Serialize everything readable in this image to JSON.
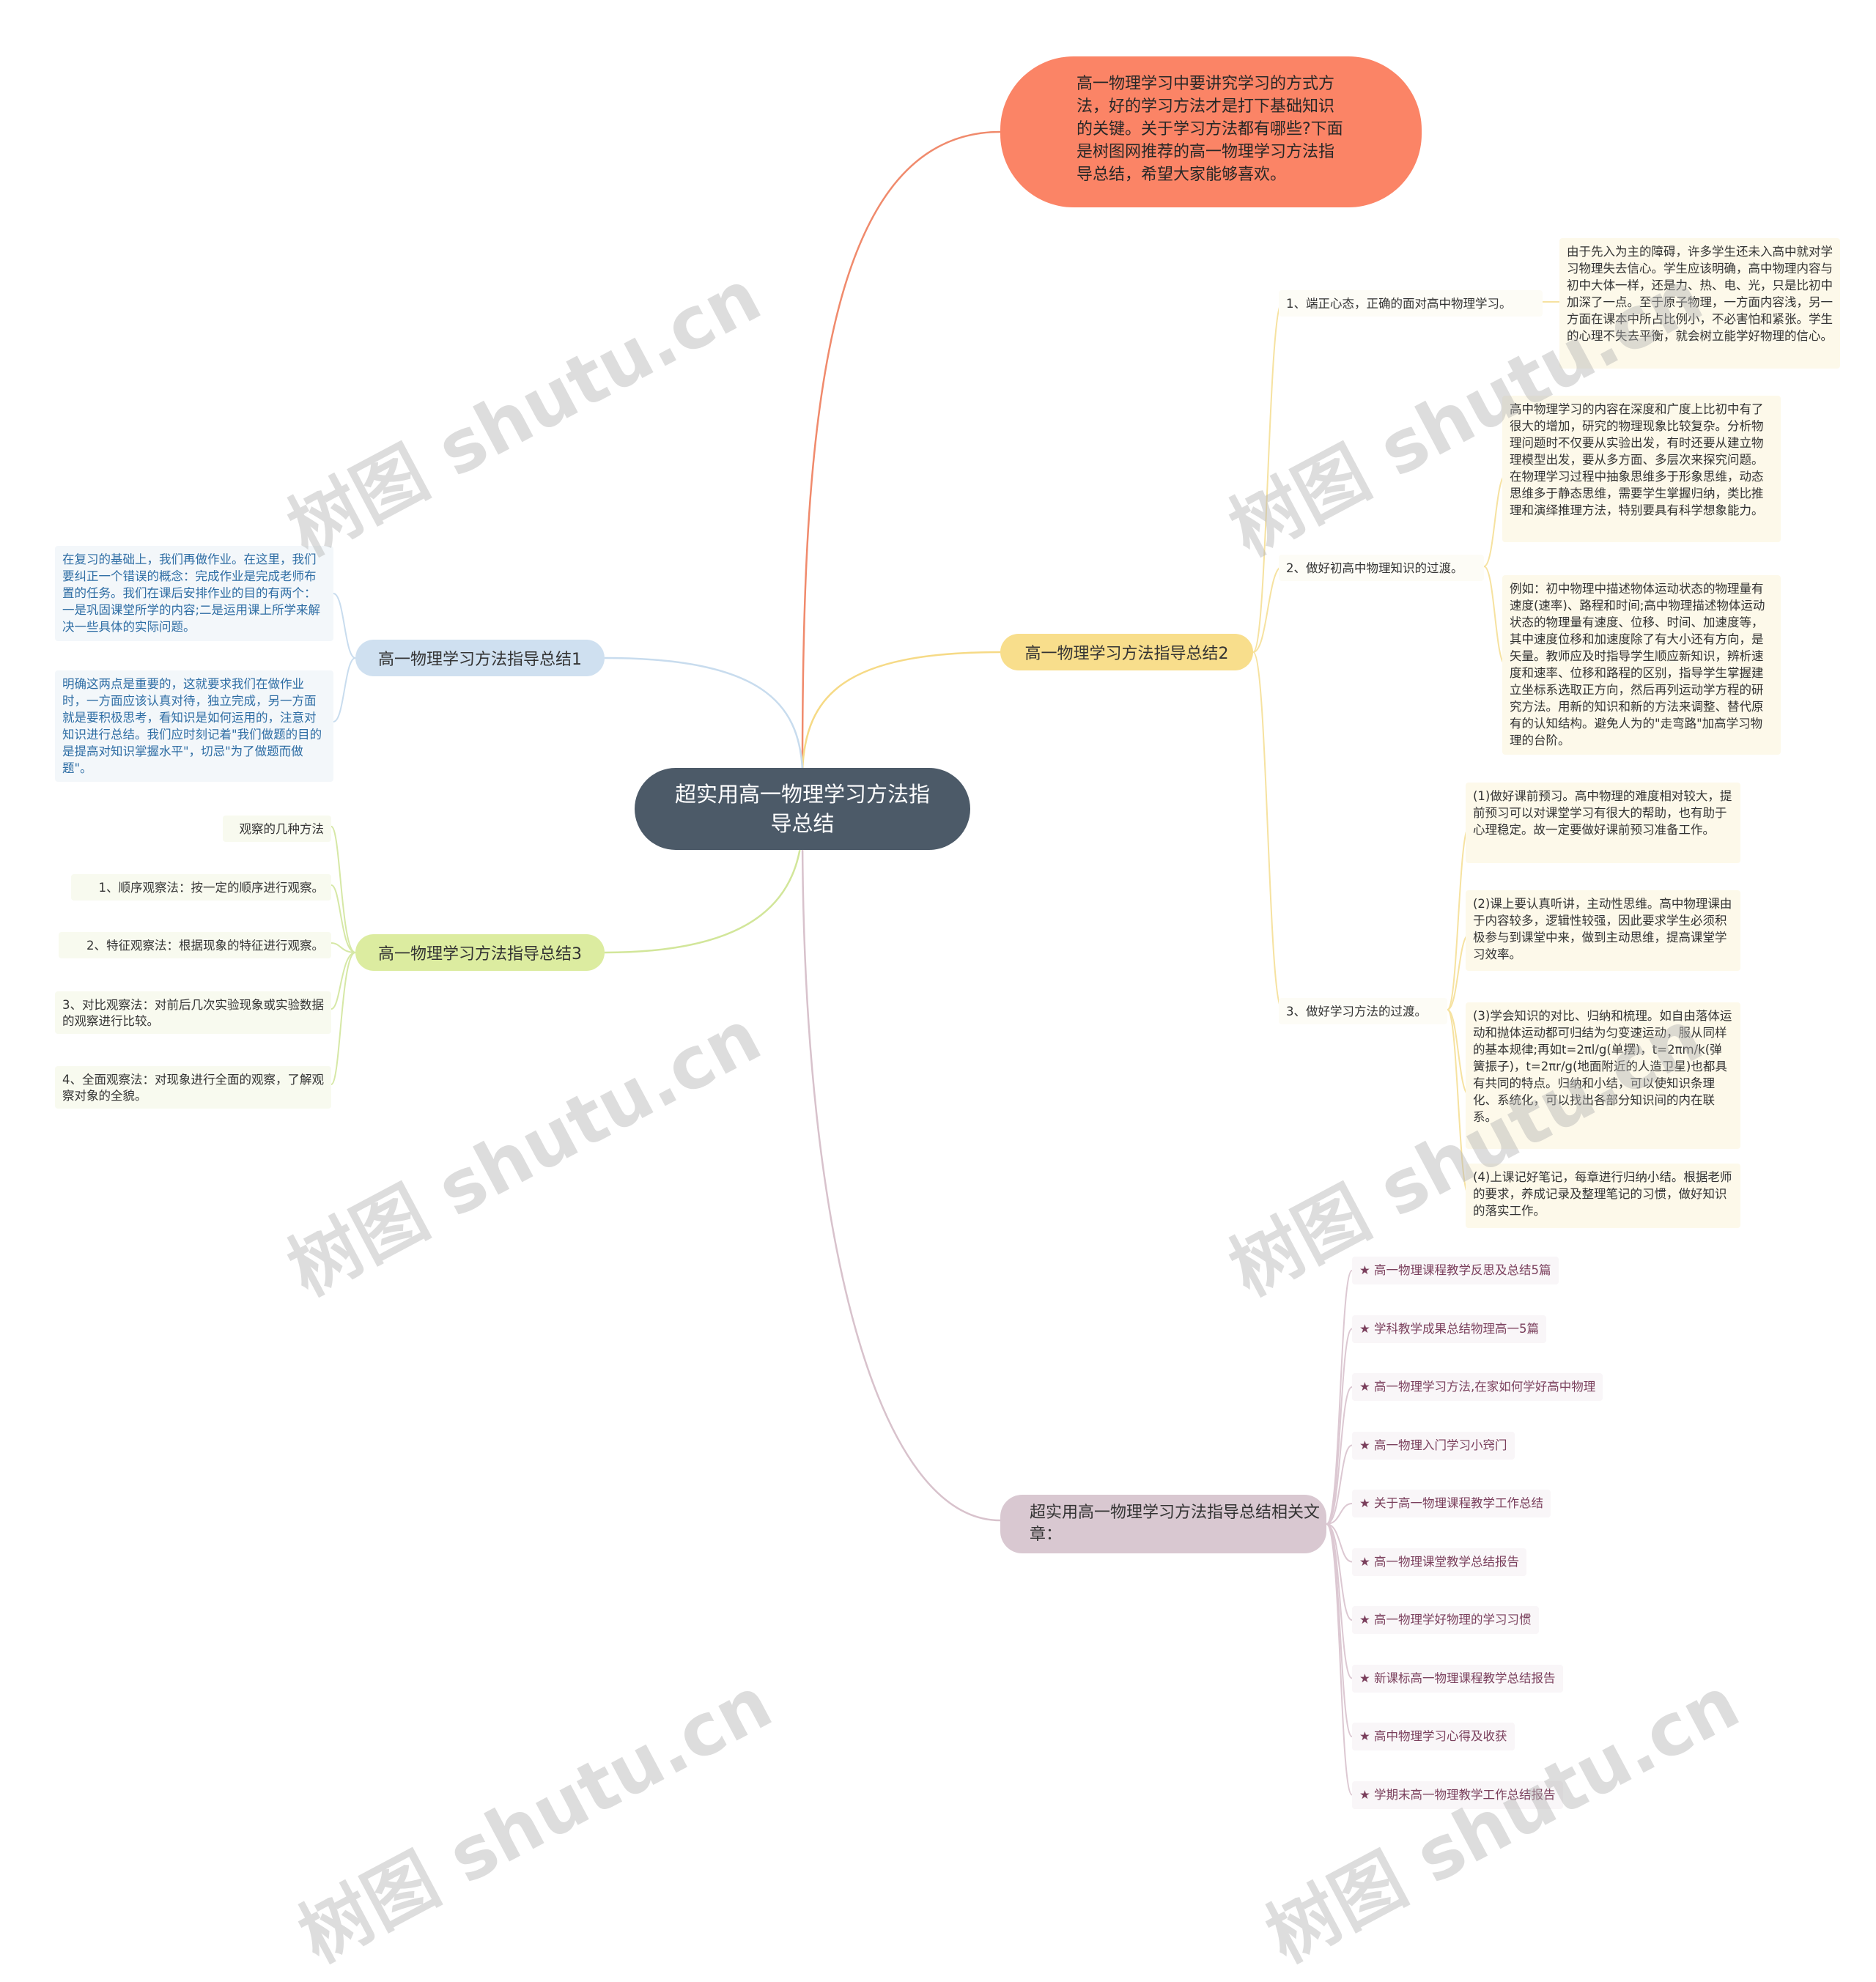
{
  "center": "超实用高一物理学习方法指导总结",
  "intro": "高一物理学习中要讲究学习的方式方法，好的学习方法才是打下基础知识的关键。关于学习方法都有哪些?下面是树图网推荐的高一物理学习方法指导总结，希望大家能够喜欢。",
  "branch1": {
    "label": "高一物理学习方法指导总结1",
    "leaves": [
      "在复习的基础上，我们再做作业。在这里，我们要纠正一个错误的概念：完成作业是完成老师布置的任务。我们在课后安排作业的目的有两个：一是巩固课堂所学的内容;二是运用课上所学来解决一些具体的实际问题。",
      "明确这两点是重要的，这就要求我们在做作业时，一方面应该认真对待，独立完成，另一方面就是要积极思考，看知识是如何运用的，注意对知识进行总结。我们应时刻记着\"我们做题的目的是提高对知识掌握水平\"，切忌\"为了做题而做题\"。"
    ]
  },
  "branch2": {
    "label": "高一物理学习方法指导总结2",
    "sub1": {
      "label": "1、端正心态，正确的面对高中物理学习。",
      "leaf": "由于先入为主的障碍，许多学生还未入高中就对学习物理失去信心。学生应该明确，高中物理内容与初中大体一样，还是力、热、电、光，只是比初中加深了一点。至于原子物理，一方面内容浅，另一方面在课本中所占比例小，不必害怕和紧张。学生的心理不失去平衡，就会树立能学好物理的信心。"
    },
    "sub2": {
      "label": "2、做好初高中物理知识的过渡。",
      "leaves": [
        "高中物理学习的内容在深度和广度上比初中有了很大的增加，研究的物理现象比较复杂。分析物理问题时不仅要从实验出发，有时还要从建立物理模型出发，要从多方面、多层次来探究问题。在物理学习过程中抽象思维多于形象思维，动态思维多于静态思维，需要学生掌握归纳，类比推理和演绎推理方法，特别要具有科学想象能力。",
        "例如：初中物理中描述物体运动状态的物理量有速度(速率)、路程和时间;高中物理描述物体运动状态的物理量有速度、位移、时间、加速度等，其中速度位移和加速度除了有大小还有方向，是矢量。教师应及时指导学生顺应新知识，辨析速度和速率、位移和路程的区别，指导学生掌握建立坐标系选取正方向，然后再列运动学方程的研究方法。用新的知识和新的方法来调整、替代原有的认知结构。避免人为的\"走弯路\"加高学习物理的台阶。"
      ]
    },
    "sub3": {
      "label": "3、做好学习方法的过渡。",
      "leaves": [
        "(1)做好课前预习。高中物理的难度相对较大，提前预习可以对课堂学习有很大的帮助，也有助于心理稳定。故一定要做好课前预习准备工作。",
        "(2)课上要认真听讲，主动性思维。高中物理课由于内容较多，逻辑性较强，因此要求学生必须积极参与到课堂中来，做到主动思维，提高课堂学习效率。",
        "(3)学会知识的对比、归纳和梳理。如自由落体运动和抛体运动都可归结为匀变速运动，服从同样的基本规律;再如t=2πl/g(单摆)，t=2πm/k(弹簧振子)，t=2πr/g(地面附近的人造卫星)也都具有共同的特点。归纳和小结，可以使知识条理化、系统化，可以找出各部分知识间的内在联系。",
        "(4)上课记好笔记，每章进行归纳小结。根据老师的要求，养成记录及整理笔记的习惯，做好知识的落实工作。"
      ]
    }
  },
  "branch3": {
    "label": "高一物理学习方法指导总结3",
    "leaves": [
      "观察的几种方法",
      "1、顺序观察法：按一定的顺序进行观察。",
      "2、特征观察法：根据现象的特征进行观察。",
      "3、对比观察法：对前后几次实验现象或实验数据的观察进行比较。",
      "4、全面观察法：对现象进行全面的观察，了解观察对象的全貌。"
    ]
  },
  "related": {
    "label": "超实用高一物理学习方法指导总结相关文章：",
    "items": [
      "★ 高一物理课程教学反思及总结5篇",
      "★ 学科教学成果总结物理高一5篇",
      "★ 高一物理学习方法,在家如何学好高中物理",
      "★ 高一物理入门学习小窍门",
      "★ 关于高一物理课程教学工作总结",
      "★ 高一物理课堂教学总结报告",
      "★ 高一物理学好物理的学习习惯",
      "★ 新课标高一物理课程教学总结报告",
      "★ 高中物理学习心得及收获",
      "★ 学期末高一物理教学工作总结报告"
    ]
  },
  "watermark": "树图 shutu.cn",
  "colors": {
    "intro": "#fb8466",
    "b1": "#cfe0f0",
    "b2": "#f8de8c",
    "b3": "#dceca0",
    "b4": "#d9c8d1",
    "center": "#4c5a68"
  }
}
